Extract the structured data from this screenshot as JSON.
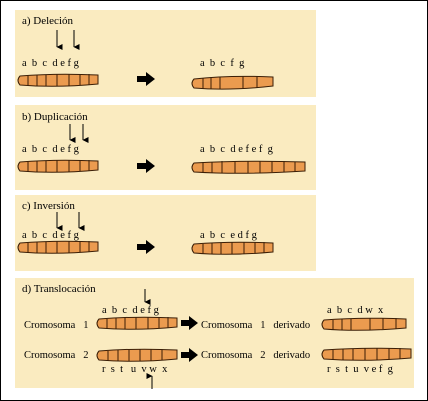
{
  "panels": {
    "a": {
      "title": "a) Deleción",
      "before": "a  b  c  d e f g",
      "after": "a  b  c  f  g"
    },
    "b": {
      "title": "b) Duplicación",
      "before": "a  b  c  d e f g",
      "after": "a  b  c  d e f e f  g"
    },
    "c": {
      "title": "c) Inversión",
      "before": "a  b  c  d e f g",
      "after": "a  b  c  e d f g"
    },
    "d": {
      "title": "d) Translocación",
      "chrom1": {
        "label": "Cromosoma   1",
        "letters": "a  b  c  d e f g",
        "derived_label": "Cromosoma   1   derivado",
        "derived_letters": "a  b  c  d w  x"
      },
      "chrom2": {
        "label": "Cromosoma   2",
        "letters": "r  s  t   u  v w  x",
        "derived_label": "Cromosoma   2   derivado",
        "derived_letters": "r  s  t  u  v e f  g"
      }
    }
  }
}
